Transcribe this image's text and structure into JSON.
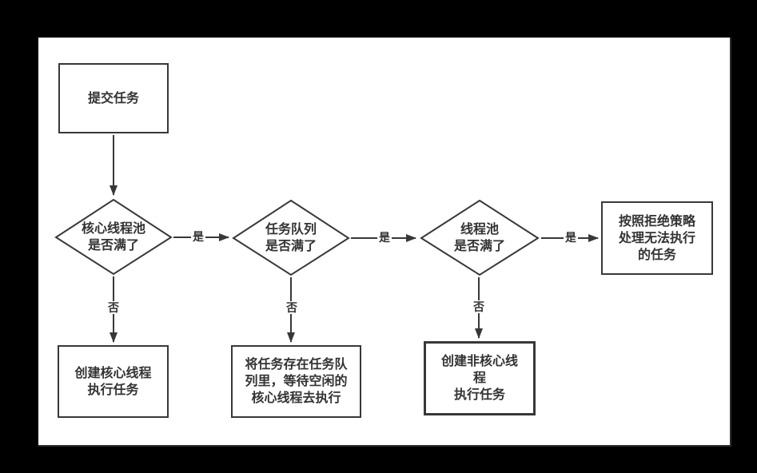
{
  "flowchart": {
    "nodes": {
      "submit": "提交任务",
      "core_full": "核心线程池\n是否满了",
      "queue_full": "任务队列\n是否满了",
      "pool_full": "线程池\n是否满了",
      "reject": "按照拒绝策略\n处理无法执行\n的任务",
      "create_core": "创建核心线程\n执行任务",
      "enqueue": "将任务存在任务队\n列里，等待空闲的\n核心线程去执行",
      "create_noncore": "创建非核心线\n程\n执行任务"
    },
    "labels": {
      "yes": "是",
      "no": "否"
    },
    "colors": {
      "line": "#383838",
      "text": "#333333",
      "canvas": "#ffffff",
      "background": "#000000"
    }
  }
}
